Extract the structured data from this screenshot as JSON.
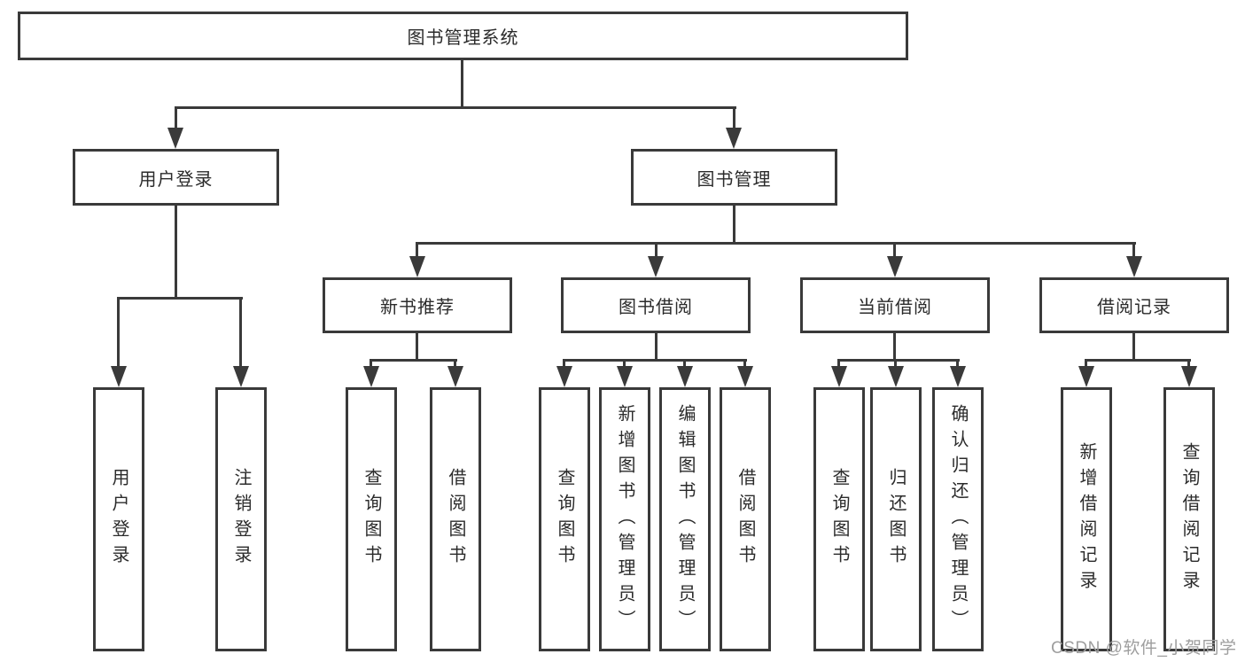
{
  "tree": {
    "root": "图书管理系统",
    "branches": [
      {
        "label": "用户登录",
        "children": [
          "用户登录",
          "注销登录"
        ]
      },
      {
        "label": "图书管理",
        "groups": [
          {
            "label": "新书推荐",
            "children": [
              "查询图书",
              "借阅图书"
            ]
          },
          {
            "label": "图书借阅",
            "children": [
              "查询图书",
              "新增图书（管理员）",
              "编辑图书（管理员）",
              "借阅图书"
            ]
          },
          {
            "label": "当前借阅",
            "children": [
              "查询图书",
              "归还图书",
              "确认归还（管理员）"
            ]
          },
          {
            "label": "借阅记录",
            "children": [
              "新增借阅记录",
              "查询借阅记录"
            ]
          }
        ]
      }
    ]
  },
  "watermark": {
    "text": "CSDN @软件_小贺同学"
  },
  "colors": {
    "line": "#3a3a3a",
    "text": "#2b2b2b",
    "background": "#ffffff",
    "watermark": "#9e9e9e"
  }
}
